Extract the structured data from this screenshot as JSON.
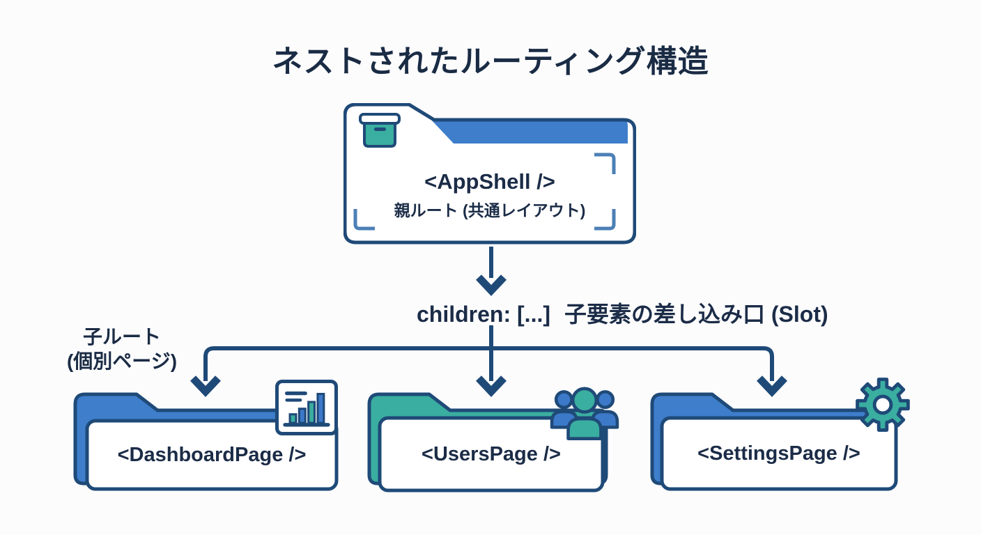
{
  "title": "ネストされたルーティング構造",
  "parent_node": {
    "component": "<AppShell />",
    "subtitle": "親ルート (共通レイアウト)",
    "icon": "archive-box-icon"
  },
  "slot_line": {
    "code": "children: [...]",
    "note": "子要素の差し込み口 (Slot)"
  },
  "child_routes_label": {
    "line1": "子ルート",
    "line2": "(個別ページ)"
  },
  "pages": [
    {
      "component": "<DashboardPage />",
      "icon": "bar-chart-icon",
      "folder_color": "#3e7ecb"
    },
    {
      "component": "<UsersPage />",
      "icon": "users-icon",
      "folder_color": "#3aaea0"
    },
    {
      "component": "<SettingsPage />",
      "icon": "gear-icon",
      "folder_color": "#3e7ecb"
    }
  ],
  "colors": {
    "ink": "#1b2c47",
    "line": "#1f4a78",
    "folder_blue": "#3e7ecb",
    "teal": "#3aaea0",
    "head_blue": "#3d79c9",
    "bracket_blue": "#4c7fb6",
    "background": "#fcfcfd"
  }
}
